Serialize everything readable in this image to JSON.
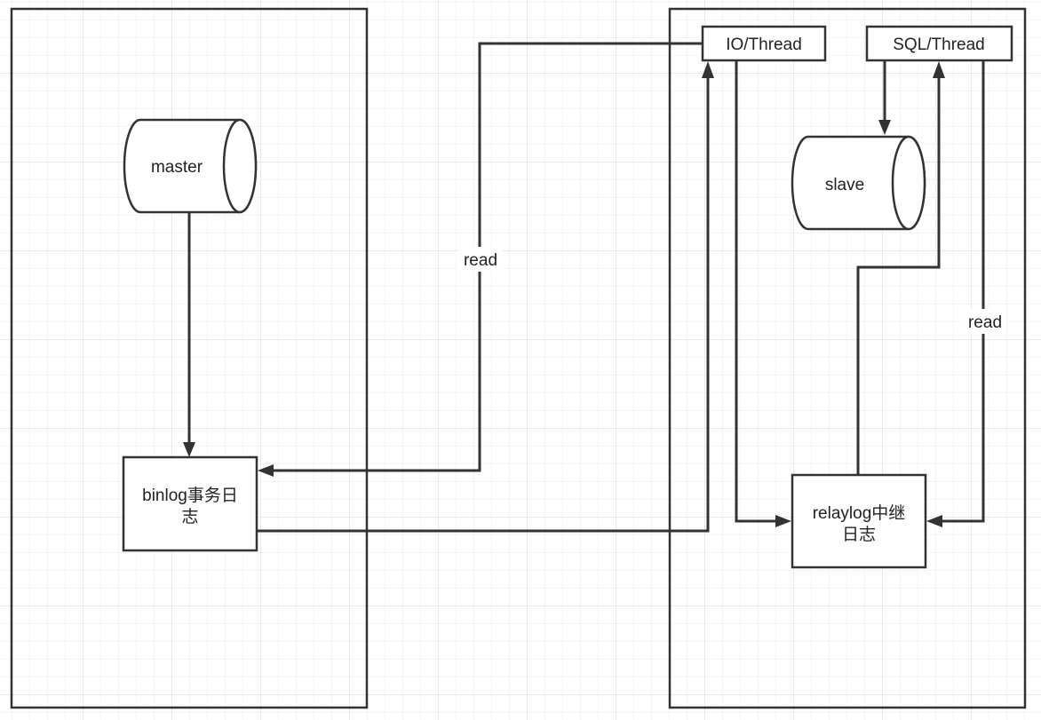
{
  "nodes": {
    "master": "master",
    "binlog_line1": "binlog事务日",
    "binlog_line2": "志",
    "io_thread": "IO/Thread",
    "sql_thread": "SQL/Thread",
    "slave": "slave",
    "relaylog_line1": "relaylog中继",
    "relaylog_line2": "日志"
  },
  "edges": {
    "io_read": "read",
    "sql_read": "read"
  }
}
